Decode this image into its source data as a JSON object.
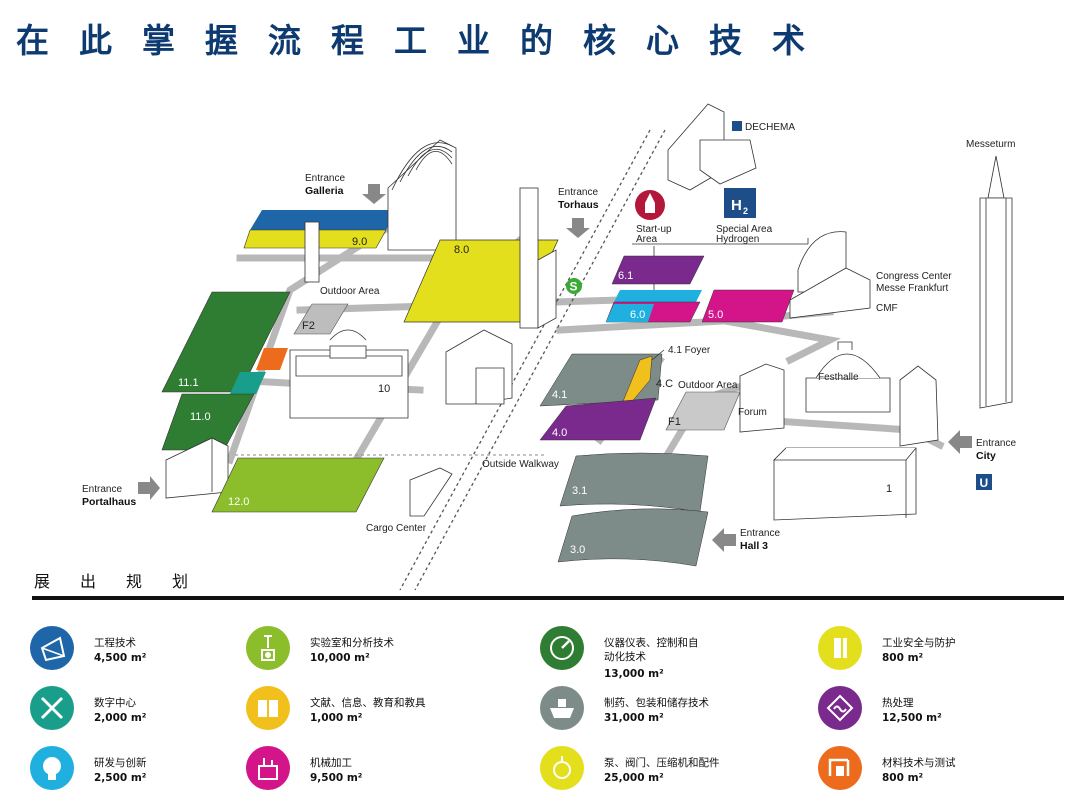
{
  "title": "在此掌握流程工业的核心技术",
  "map": {
    "entrances": {
      "galleria": {
        "word": "Entrance",
        "name": "Galleria"
      },
      "torhaus": {
        "word": "Entrance",
        "name": "Torhaus"
      },
      "portalhaus": {
        "word": "Entrance",
        "name": "Portalhaus"
      },
      "city": {
        "word": "Entrance",
        "name": "City"
      },
      "hall3": {
        "word": "Entrance",
        "name": "Hall 3"
      }
    },
    "halls": {
      "h9_0": "9.0",
      "h8_0": "8.0",
      "h11_1": "11.1",
      "h11_0": "11.0",
      "h12_0": "12.0",
      "h10": "10",
      "f2": "F2",
      "h6_1": "6.1",
      "h6_0": "6.0",
      "h5_0": "5.0",
      "h4_1": "4.1",
      "h4_0": "4.0",
      "h4c": "4.C",
      "f1": "F1",
      "h3_1": "3.1",
      "h3_0": "3.0",
      "h1": "1"
    },
    "labels": {
      "outdoor_area_west": "Outdoor Area",
      "outdoor_area_east": "Outdoor Area",
      "foyer": "4.1 Foyer",
      "outside_walkway": "Outside Walkway",
      "cargo_center": "Cargo Center",
      "festhalle": "Festhalle",
      "forum": "Forum",
      "congress_line1": "Congress Center",
      "congress_line2": "Messe Frankfurt",
      "cmf": "CMF",
      "messeturm": "Messeturm",
      "dechema": "DECHEMA",
      "startup_line1": "Start-up",
      "startup_line2": "Area",
      "hydrogen_line1": "Special Area",
      "hydrogen_line2": "Hydrogen",
      "h2_badge": "H",
      "h2_sub": "2",
      "s_bahn": "S",
      "u_bahn": "U"
    },
    "colors": {
      "blue": "#1f66a8",
      "yellow": "#e4df1c",
      "green": "#2e7d32",
      "lime": "#8cbd2b",
      "orange": "#ec6b1d",
      "teal": "#1a9e8c",
      "magenta": "#d4158a",
      "purple": "#7a2a8c",
      "cyan": "#1fb0e0",
      "grey": "#7d8c88",
      "walkway": "#b8b8b8",
      "startup": "#b3183a",
      "navy": "#1d4e89"
    }
  },
  "plan": {
    "title": "展出规划",
    "categories": [
      {
        "name": "工程技术",
        "area": "4,500 m²",
        "color": "#1f66a8",
        "icon": "engineering-icon"
      },
      {
        "name": "实验室和分析技术",
        "area": "10,000 m²",
        "color": "#8cbd2b",
        "icon": "laboratory-icon"
      },
      {
        "name": "仪器仪表、控制和自动化技术",
        "area": "13,000 m²",
        "color": "#2e7d32",
        "icon": "instrumentation-icon"
      },
      {
        "name": "工业安全与防护",
        "area": "800 m²",
        "color": "#e4df1c",
        "icon": "safety-icon"
      },
      {
        "name": "数字中心",
        "area": "2,000 m²",
        "color": "#1a9e8c",
        "icon": "digital-hub-icon"
      },
      {
        "name": "文献、信息、教育和教具",
        "area": "1,000 m²",
        "color": "#f2c01d",
        "icon": "literature-icon"
      },
      {
        "name": "制药、包装和储存技术",
        "area": "31,000 m²",
        "color": "#7d8c88",
        "icon": "pharma-packaging-icon"
      },
      {
        "name": "热处理",
        "area": "12,500 m²",
        "color": "#7a2a8c",
        "icon": "thermal-process-icon"
      },
      {
        "name": "研发与创新",
        "area": "2,500 m²",
        "color": "#1fb0e0",
        "icon": "research-innovation-icon"
      },
      {
        "name": "机械加工",
        "area": "9,500 m²",
        "color": "#d4158a",
        "icon": "mechanical-process-icon"
      },
      {
        "name": "泵、阀门、压缩机和配件",
        "area": "25,000 m²",
        "color": "#e4df1c",
        "icon": "pumps-valves-icon"
      },
      {
        "name": "材料技术与测试",
        "area": "800 m²",
        "color": "#ec6b1d",
        "icon": "materials-testing-icon"
      }
    ]
  }
}
